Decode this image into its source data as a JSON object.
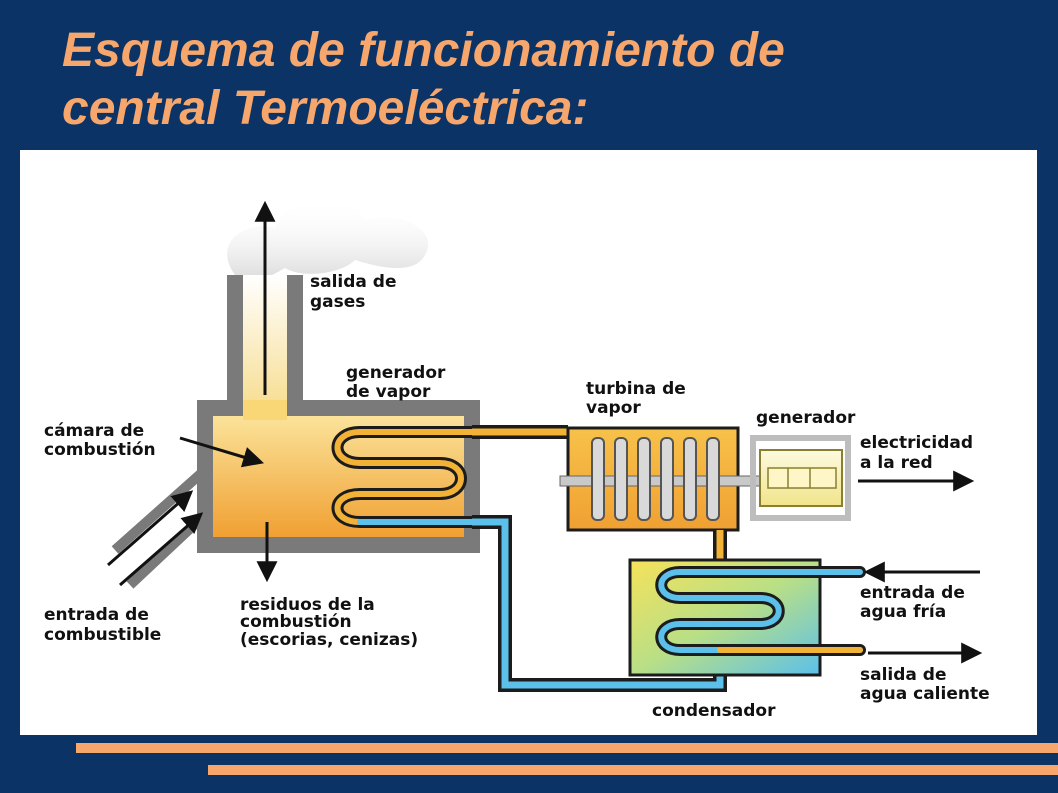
{
  "title": {
    "line1": "Esquema de funcionamiento de",
    "line2": "central Termoeléctrica:"
  },
  "labels": {
    "salida_gases": [
      "salida de",
      "gases"
    ],
    "generador_vapor": [
      "generador",
      "de vapor"
    ],
    "camara_combustion": [
      "cámara de",
      "combustión"
    ],
    "entrada_combustible": [
      "entrada de",
      "combustible"
    ],
    "residuos": [
      "residuos de la",
      "combustión",
      "(escorias, cenizas)"
    ],
    "turbina_vapor": [
      "turbina de",
      "vapor"
    ],
    "generador": [
      "generador"
    ],
    "electricidad": [
      "electricidad",
      "a la red"
    ],
    "entrada_agua_fria": [
      "entrada de",
      "agua fría"
    ],
    "salida_agua_caliente": [
      "salida de",
      "agua caliente"
    ],
    "condensador": [
      "condensador"
    ]
  },
  "colors": {
    "background": "#0b3366",
    "title": "#f7a66c",
    "accent_bars": "#f7a66c",
    "furnace": "#f2b236",
    "steam_pipe": "#f2b236",
    "water_pipe": "#5bc0ea",
    "casing": "#7a7a7a"
  }
}
